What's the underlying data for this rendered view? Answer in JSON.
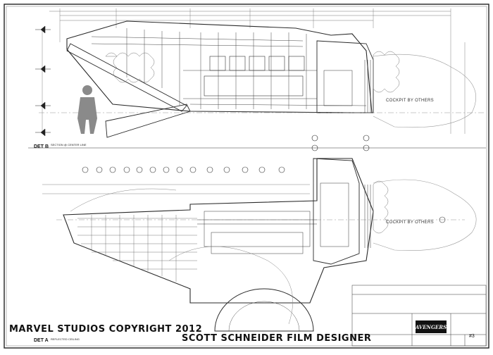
{
  "notes": {
    "copyright": "MARVEL STUDIOS COPYRIGHT 2012",
    "designer": "SCOTT SCHNEIDER FILM DESIGNER"
  },
  "details": {
    "upper": {
      "tag": "DET B",
      "subtitle": "SECTION @ CENTER LINE"
    },
    "lower": {
      "tag": "DET A",
      "subtitle": "REFLECTED CEILING"
    }
  },
  "cockpit_labels": {
    "upper": "COCKPIT BY OTHERS",
    "lower": "COCKPIT BY OTHERS"
  },
  "title_block": {
    "logo_text": "AVENGERS",
    "sheet_number": "#3"
  },
  "colors": {
    "line": "#2a2a2a",
    "light_line": "#9a9a9a",
    "paper": "#ffffff",
    "figure": "#8a8a8a"
  }
}
